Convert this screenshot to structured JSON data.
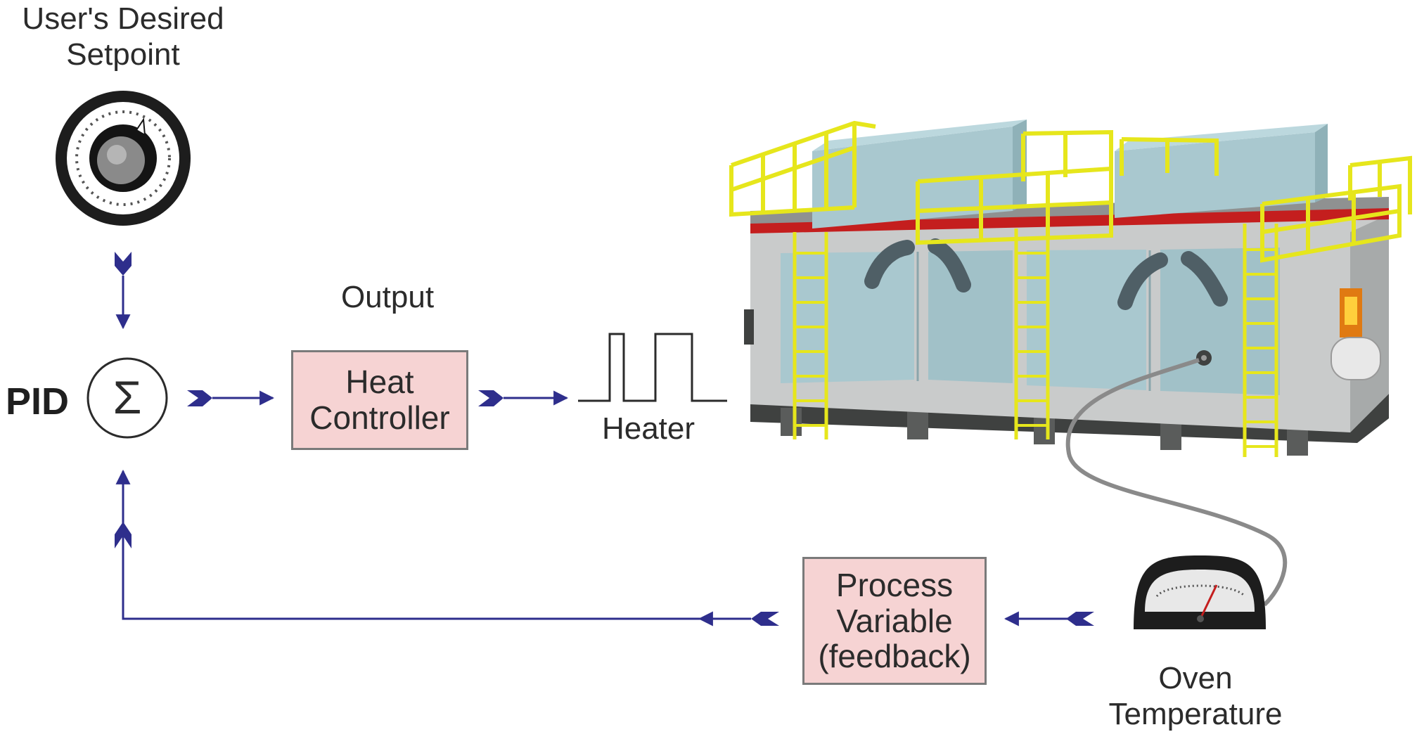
{
  "setpoint": {
    "line1": "User's Desired",
    "line2": "Setpoint"
  },
  "pid_label": "PID",
  "sum_symbol": "Σ",
  "output_label": "Output",
  "heat_controller": {
    "line1": "Heat",
    "line2": "Controller"
  },
  "heater_label": "Heater",
  "process_variable": {
    "line1": "Process",
    "line2": "Variable",
    "line3": "(feedback)"
  },
  "oven_temperature": {
    "line1": "Oven",
    "line2": "Temperature"
  },
  "icons": [
    "setpoint-dial-icon",
    "summing-junction-icon",
    "square-wave-icon",
    "industrial-oven-icon",
    "temperature-gauge-icon"
  ],
  "colors": {
    "arrow": "#2e2e8c",
    "box_fill": "#f6d3d3",
    "oven_body": "#a9c8cf",
    "railing": "#e6e61c",
    "accent_red": "#c41e1e"
  }
}
